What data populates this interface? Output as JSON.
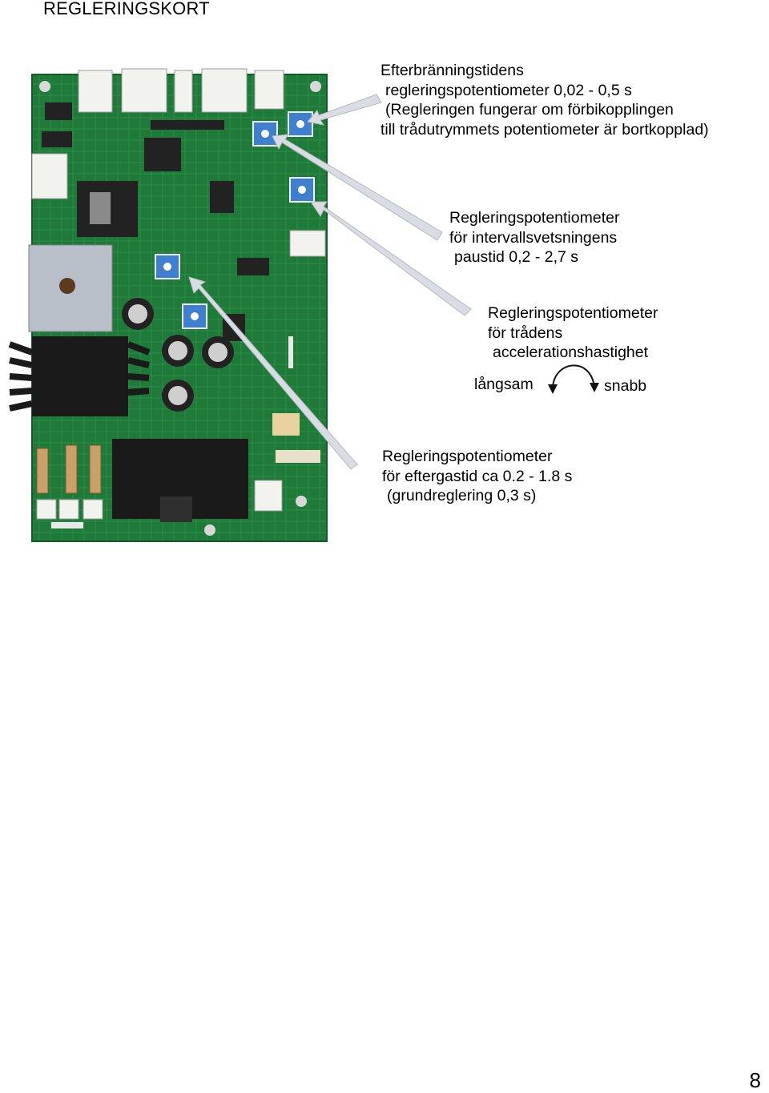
{
  "heading": "REGLERINGSKORT",
  "callouts": {
    "afterburn": {
      "lines": [
        "Efterbränningstidens",
        "regleringspotentiometer 0,02 - 0,5 s",
        "(Regleringen fungerar om förbikopplingen",
        "till trådutrymmets potentiometer är bortkopplad)"
      ]
    },
    "interval": {
      "lines": [
        "Regleringspotentiometer",
        "för intervallsvetsningens",
        "paustid 0,2 - 2,7 s"
      ]
    },
    "acceleration": {
      "lines": [
        "Regleringspotentiometer",
        "för trådens",
        "accelerationshastighet"
      ],
      "slow_label": "långsam",
      "fast_label": "snabb"
    },
    "postgas": {
      "lines": [
        "Regleringspotentiometer",
        "för eftergastid ca 0.2 - 1.8 s",
        "(grundreglering 0,3 s)"
      ]
    }
  },
  "board": {
    "pcb_color": "#1f7a3a",
    "pcb_dark": "#145a28",
    "potentiometer_color": "#3f7fd0",
    "heatsink_color": "#1a1a1a",
    "transformer_color": "#b9bfc8",
    "connector_color": "#f2f2ee",
    "arrow_color": "#d9dde3"
  },
  "page_number": "8"
}
